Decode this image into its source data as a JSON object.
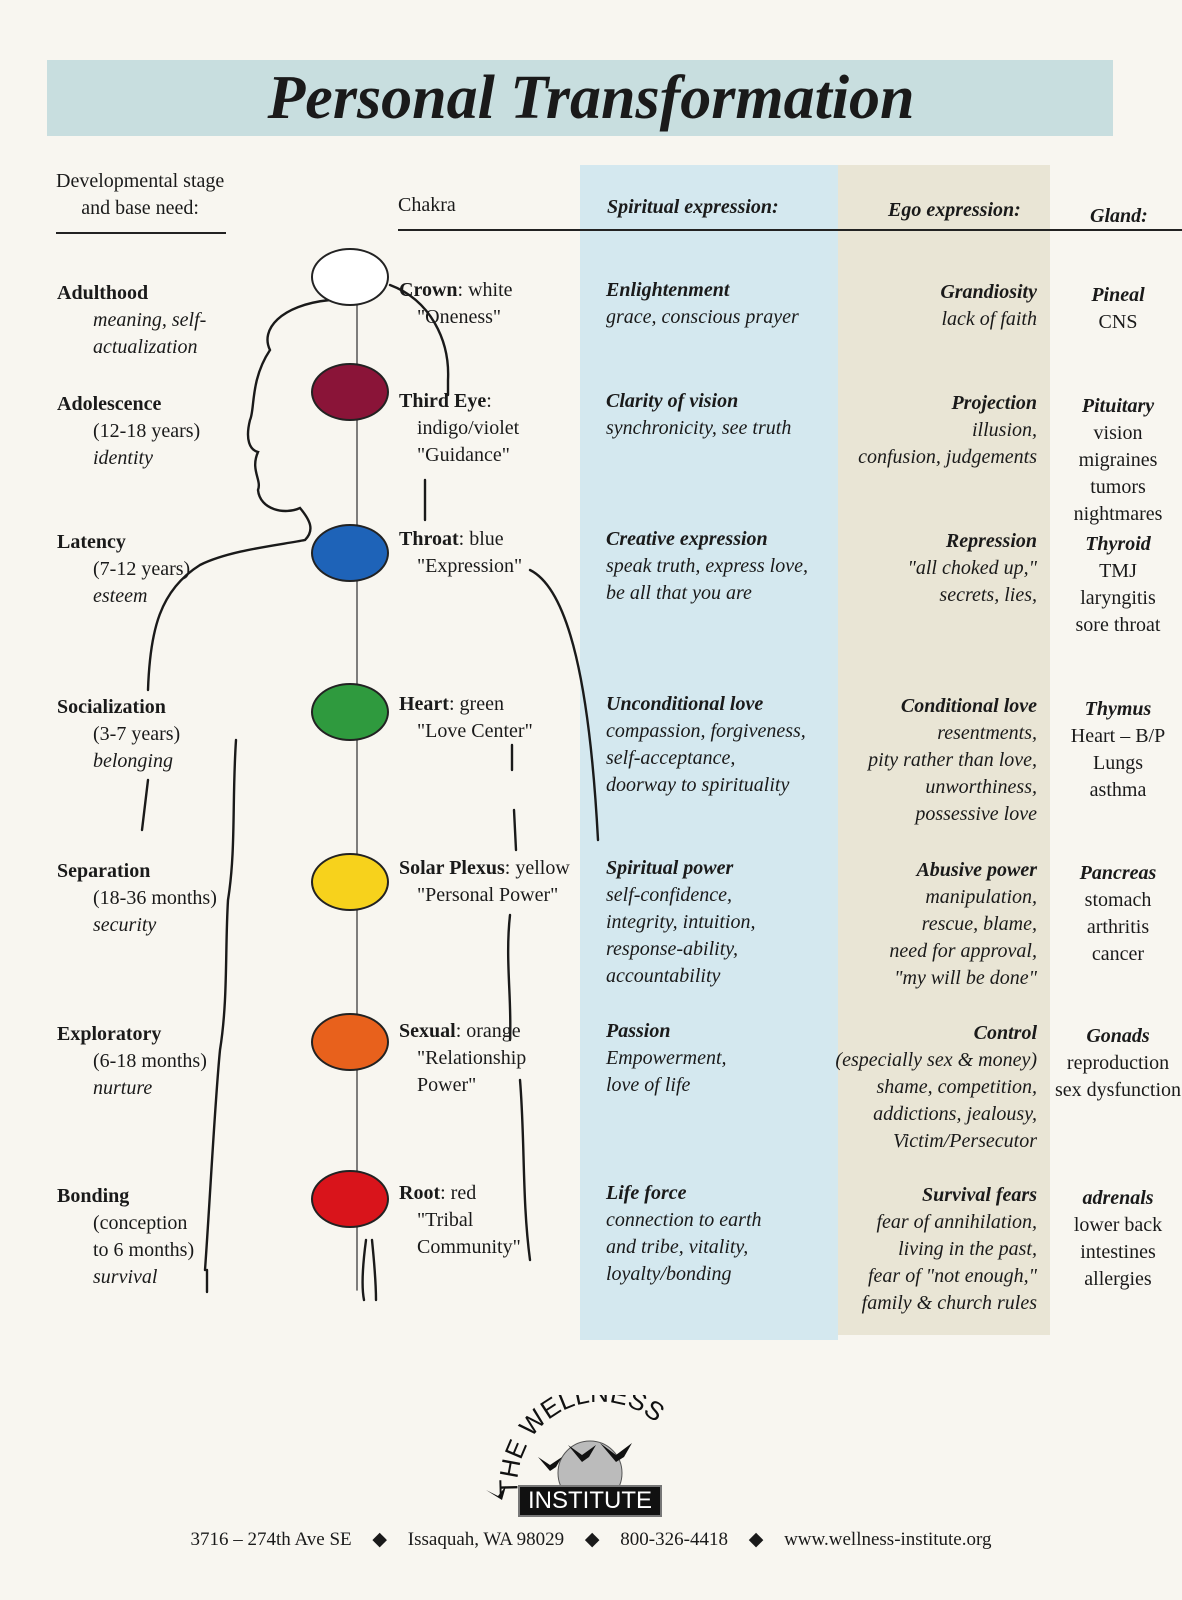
{
  "title": "Personal Transformation",
  "headers": {
    "stage": [
      "Developmental stage",
      "and base need:"
    ],
    "chakra": "Chakra",
    "spiritual": "Spiritual expression:",
    "ego": "Ego expression:",
    "gland": "Gland:"
  },
  "colors": {
    "title_band": "#c8dedf",
    "spiritual_bg": "#d4e8ef",
    "ego_bg": "#e9e5d5"
  },
  "rows": [
    {
      "stage": {
        "name": "Adulthood",
        "lines": [
          "meaning, self-",
          "actualization"
        ],
        "italic_from": 0
      },
      "chakra": {
        "name": "Crown",
        "color_word": ": white",
        "lines": [
          "\"Oneness\""
        ],
        "dot": "#ffffff"
      },
      "spiritual": {
        "title": "Enlightenment",
        "lines": [
          "grace, conscious prayer"
        ]
      },
      "ego": {
        "title": "Grandiosity",
        "lines": [
          "lack of faith"
        ]
      },
      "gland": {
        "title": "Pineal",
        "lines": [
          "CNS"
        ]
      }
    },
    {
      "stage": {
        "name": "Adolescence",
        "lines": [
          "(12-18 years)",
          "identity"
        ],
        "italic_from": 1
      },
      "chakra": {
        "name": "Third Eye",
        "color_word": ":",
        "lines": [
          "indigo/violet",
          "\"Guidance\""
        ],
        "dot": "#8a1438"
      },
      "spiritual": {
        "title": "Clarity of vision",
        "lines": [
          "synchronicity, see truth"
        ]
      },
      "ego": {
        "title": "Projection",
        "lines": [
          "illusion,",
          "confusion, judgements"
        ]
      },
      "gland": {
        "title": "Pituitary",
        "lines": [
          "vision",
          "migraines",
          "tumors",
          "nightmares"
        ]
      }
    },
    {
      "stage": {
        "name": "Latency",
        "lines": [
          "(7-12 years)",
          "esteem"
        ],
        "italic_from": 1
      },
      "chakra": {
        "name": "Throat",
        "color_word": ": blue",
        "lines": [
          "\"Expression\""
        ],
        "dot": "#1e63b8"
      },
      "spiritual": {
        "title": "Creative expression",
        "lines": [
          "speak truth, express love,",
          "be all that you are"
        ]
      },
      "ego": {
        "title": "Repression",
        "lines": [
          "\"all choked up,\"",
          "secrets, lies,"
        ]
      },
      "gland": {
        "title": "Thyroid",
        "lines": [
          "TMJ",
          "laryngitis",
          "sore throat"
        ]
      }
    },
    {
      "stage": {
        "name": "Socialization",
        "lines": [
          "(3-7 years)",
          "belonging"
        ],
        "italic_from": 1
      },
      "chakra": {
        "name": "Heart",
        "color_word": ": green",
        "lines": [
          "\"Love Center\""
        ],
        "dot": "#2f9a3e"
      },
      "spiritual": {
        "title": "Unconditional love",
        "lines": [
          "compassion, forgiveness,",
          "self-acceptance,",
          "doorway to spirituality"
        ]
      },
      "ego": {
        "title": "Conditional love",
        "lines": [
          "resentments,",
          "pity rather than love,",
          "unworthiness,",
          "possessive love"
        ]
      },
      "gland": {
        "title": "Thymus",
        "lines": [
          "Heart – B/P",
          "Lungs",
          "asthma"
        ]
      }
    },
    {
      "stage": {
        "name": "Separation",
        "lines": [
          "(18-36 months)",
          "security"
        ],
        "italic_from": 1
      },
      "chakra": {
        "name": "Solar Plexus",
        "color_word": ": yellow",
        "lines": [
          "\"Personal Power\""
        ],
        "dot": "#f7d21c"
      },
      "spiritual": {
        "title": "Spiritual power",
        "lines": [
          "self-confidence,",
          "integrity, intuition,",
          "response-ability,",
          "accountability"
        ]
      },
      "ego": {
        "title": "Abusive power",
        "lines": [
          "manipulation,",
          "rescue, blame,",
          "need for approval,",
          "\"my will be done\""
        ]
      },
      "gland": {
        "title": "Pancreas",
        "lines": [
          "stomach",
          "arthritis",
          "cancer"
        ]
      }
    },
    {
      "stage": {
        "name": "Exploratory",
        "lines": [
          "(6-18 months)",
          "nurture"
        ],
        "italic_from": 1
      },
      "chakra": {
        "name": "Sexual",
        "color_word": ": orange",
        "lines": [
          "\"Relationship",
          "Power\""
        ],
        "dot": "#e8611c"
      },
      "spiritual": {
        "title": "Passion",
        "lines": [
          "Empowerment,",
          "love of life"
        ]
      },
      "ego": {
        "title": "Control",
        "lines": [
          "(especially sex & money)",
          "shame, competition,",
          "addictions, jealousy,",
          "Victim/Persecutor"
        ]
      },
      "gland": {
        "title": "Gonads",
        "lines": [
          "reproduction",
          "sex dysfunction"
        ]
      }
    },
    {
      "stage": {
        "name": "Bonding",
        "lines": [
          "(conception",
          "to 6 months)",
          "survival"
        ],
        "italic_from": 2
      },
      "chakra": {
        "name": "Root",
        "color_word": ": red",
        "lines": [
          "\"Tribal",
          "Community\""
        ],
        "dot": "#d9141b"
      },
      "spiritual": {
        "title": "Life force",
        "lines": [
          "connection to earth",
          "and tribe, vitality,",
          "loyalty/bonding"
        ]
      },
      "ego": {
        "title": "Survival fears",
        "lines": [
          "fear of annihilation,",
          "living in the past,",
          "fear of \"not enough,\"",
          "family & church rules"
        ]
      },
      "gland": {
        "title": "adrenals",
        "lines": [
          "lower back",
          "intestines",
          "allergies"
        ]
      }
    }
  ],
  "logo": {
    "text": "THE WELLNESS",
    "badge": "INSTITUTE"
  },
  "footer": {
    "address": "3716 – 274th Ave SE",
    "city": "Issaquah, WA 98029",
    "phone": "800-326-4418",
    "website": "www.wellness-institute.org",
    "separator": "◆"
  }
}
